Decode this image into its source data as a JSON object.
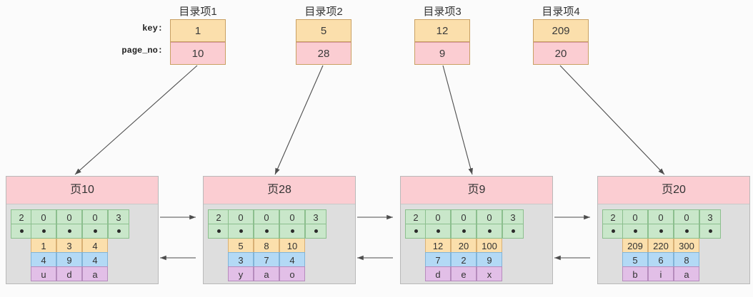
{
  "diagram": {
    "title_row_labels": {
      "key": "key:",
      "page_no": "page_no:"
    },
    "directory_entries": [
      {
        "title": "目录项1",
        "key": "1",
        "page_no": "10"
      },
      {
        "title": "目录项2",
        "key": "5",
        "page_no": "28"
      },
      {
        "title": "目录项3",
        "key": "12",
        "page_no": "9"
      },
      {
        "title": "目录项4",
        "key": "209",
        "page_no": "20"
      }
    ],
    "pages": [
      {
        "header": "页10",
        "slots": [
          {
            "num": "2",
            "pointer": "dot",
            "key": null,
            "val": null,
            "ch": null
          },
          {
            "num": "0",
            "pointer": "dot",
            "key": "1",
            "val": "4",
            "ch": "u"
          },
          {
            "num": "0",
            "pointer": "dot",
            "key": "3",
            "val": "9",
            "ch": "d"
          },
          {
            "num": "0",
            "pointer": "dot",
            "key": "4",
            "val": "4",
            "ch": "a"
          },
          {
            "num": "3",
            "pointer": "dot",
            "key": null,
            "val": null,
            "ch": null
          }
        ]
      },
      {
        "header": "页28",
        "slots": [
          {
            "num": "2",
            "pointer": "dot",
            "key": null,
            "val": null,
            "ch": null
          },
          {
            "num": "0",
            "pointer": "dot",
            "key": "5",
            "val": "3",
            "ch": "y"
          },
          {
            "num": "0",
            "pointer": "dot",
            "key": "8",
            "val": "7",
            "ch": "a"
          },
          {
            "num": "0",
            "pointer": "dot",
            "key": "10",
            "val": "4",
            "ch": "o"
          },
          {
            "num": "3",
            "pointer": "dot",
            "key": null,
            "val": null,
            "ch": null
          }
        ]
      },
      {
        "header": "页9",
        "slots": [
          {
            "num": "2",
            "pointer": "dot",
            "key": null,
            "val": null,
            "ch": null
          },
          {
            "num": "0",
            "pointer": "dot",
            "key": "12",
            "val": "7",
            "ch": "d"
          },
          {
            "num": "0",
            "pointer": "dot",
            "key": "20",
            "val": "2",
            "ch": "e"
          },
          {
            "num": "0",
            "pointer": "dot",
            "key": "100",
            "val": "9",
            "ch": "x"
          },
          {
            "num": "3",
            "pointer": "dot",
            "key": null,
            "val": null,
            "ch": null
          }
        ]
      },
      {
        "header": "页20",
        "slots": [
          {
            "num": "2",
            "pointer": "dot",
            "key": null,
            "val": null,
            "ch": null
          },
          {
            "num": "0",
            "pointer": "dot",
            "key": "209",
            "val": "5",
            "ch": "b"
          },
          {
            "num": "0",
            "pointer": "dot",
            "key": "220",
            "val": "6",
            "ch": "i"
          },
          {
            "num": "0",
            "pointer": "dot",
            "key": "300",
            "val": "8",
            "ch": "a"
          },
          {
            "num": "3",
            "pointer": "dot",
            "key": null,
            "val": null,
            "ch": null
          }
        ]
      }
    ],
    "colors": {
      "background": "#fbfbfb",
      "entry_key_fill": "#fbdfac",
      "entry_pageno_fill": "#fbcdd2",
      "page_header_fill": "#fbcdd2",
      "page_body_fill": "#dedede",
      "slot_num_fill": "#c9e7ca",
      "slot_key_fill": "#fbdfac",
      "slot_val_fill": "#b3d9f5",
      "slot_ch_fill": "#e2bfe7",
      "stroke": "#4d4d4d"
    }
  }
}
